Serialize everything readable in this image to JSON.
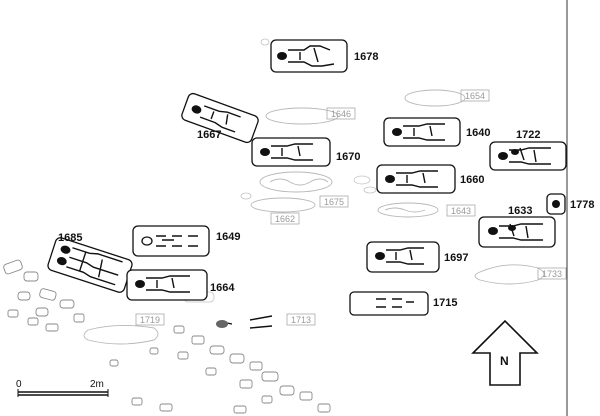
{
  "graves": [
    {
      "id": "1678"
    },
    {
      "id": "1667"
    },
    {
      "id": "1670"
    },
    {
      "id": "1640"
    },
    {
      "id": "1722"
    },
    {
      "id": "1660"
    },
    {
      "id": "1778"
    },
    {
      "id": "1633"
    },
    {
      "id": "1685"
    },
    {
      "id": "1649"
    },
    {
      "id": "1697"
    },
    {
      "id": "1664"
    },
    {
      "id": "1715"
    }
  ],
  "faint_graves": [
    {
      "id": "1654"
    },
    {
      "id": "1646"
    },
    {
      "id": "1675"
    },
    {
      "id": "1643"
    },
    {
      "id": "1662"
    },
    {
      "id": "1733"
    },
    {
      "id": "1719"
    },
    {
      "id": "1713"
    }
  ],
  "north_arrow": {
    "label": "N"
  },
  "scale_bar": {
    "start_label": "0",
    "end_label": "2m"
  }
}
